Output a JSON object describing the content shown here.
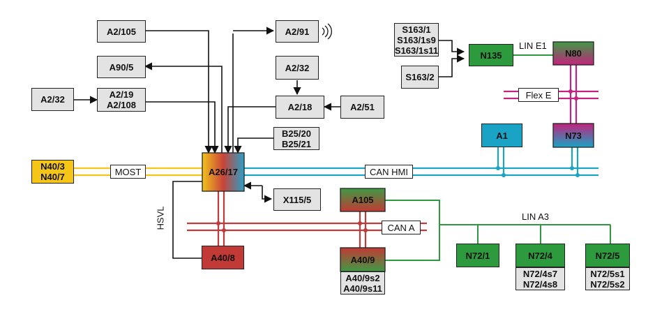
{
  "components": {
    "a2_105": "A2/105",
    "a2_91": "A2/91",
    "a90_5": "A90/5",
    "a2_32_top": "A2/32",
    "a2_32_left": "A2/32",
    "a2_19": "A2/19",
    "a2_108": "A2/108",
    "a2_18": "A2/18",
    "a2_51": "A2/51",
    "b25_20": "B25/20",
    "b25_21": "B25/21",
    "n40_3": "N40/3",
    "n40_7": "N40/7",
    "a26_17": "A26/17",
    "x115_5": "X115/5",
    "a40_8": "A40/8",
    "a105": "A105",
    "a40_9": "A40/9",
    "a40_9s2": "A40/9s2",
    "a40_9s11": "A40/9s11",
    "s163_1": "S163/1",
    "s163_1s9": "S163/1s9",
    "s163_1s11": "S163/1s11",
    "s163_2": "S163/2",
    "n135": "N135",
    "n80": "N80",
    "a1": "A1",
    "n73": "N73",
    "n72_1": "N72/1",
    "n72_4": "N72/4",
    "n72_4s7": "N72/4s7",
    "n72_4s8": "N72/4s8",
    "n72_5": "N72/5",
    "n72_5s1": "N72/5s1",
    "n72_5s2": "N72/5s2"
  },
  "bus_labels": {
    "most": "MOST",
    "can_hmi": "CAN HMI",
    "can_a": "CAN A",
    "flex_e": "Flex E",
    "lin_e1": "LIN E1",
    "lin_a3": "LIN A3",
    "hsvl": "HSVL"
  },
  "colors": {
    "most": "#f5c518",
    "can_hmi": "#1aa3c4",
    "can_a": "#c0393b",
    "flex_e": "#c2237d",
    "lin": "#2e9a3e",
    "line": "#111111",
    "box_grey": "#e3e3e3"
  },
  "icons": {
    "a2_91_badge": "radio-waves-icon"
  }
}
